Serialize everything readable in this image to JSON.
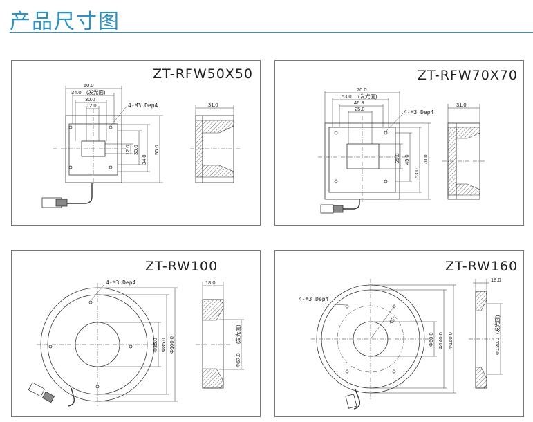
{
  "header": {
    "title": "产品尺寸图"
  },
  "panels": [
    {
      "model": "ZT-RFW50X50",
      "dims": {
        "w50": "50.0",
        "w34": "34.0",
        "lum": "(发光面)",
        "w30": "30.0",
        "w12": "12.0",
        "hole": "4-M3 Dep4",
        "h12": "12.0",
        "h30": "30.0",
        "h34": "34.0",
        "h50": "50.0",
        "side": "31.0"
      }
    },
    {
      "model": "ZT-RFW70X70",
      "dims": {
        "w70": "70.0",
        "w53": "53.0",
        "lum": "(发光面)",
        "w46": "46.3",
        "w25": "25.0",
        "hole": "4-M3 Dep4",
        "h25": "25.0",
        "h45": "45.0",
        "h53": "53.0",
        "h70": "70.0",
        "side": "31.0"
      }
    },
    {
      "model": "ZT-RW100",
      "dims": {
        "hole": "4-M3 Dep4",
        "side": "18.0",
        "d35": "Φ35.0",
        "d85": "Φ85.0",
        "d100": "Φ100.0",
        "d67": "Φ67.0",
        "lum": "(发光面)"
      }
    },
    {
      "model": "ZT-RW160",
      "dims": {
        "hole": "4-M3 Dep4",
        "angle": "45°",
        "side": "18.0",
        "d60": "Φ60.0",
        "d140": "Φ140.0",
        "d160": "Φ160.0",
        "d120": "Φ120.0",
        "lum": "(发光面)"
      }
    }
  ]
}
